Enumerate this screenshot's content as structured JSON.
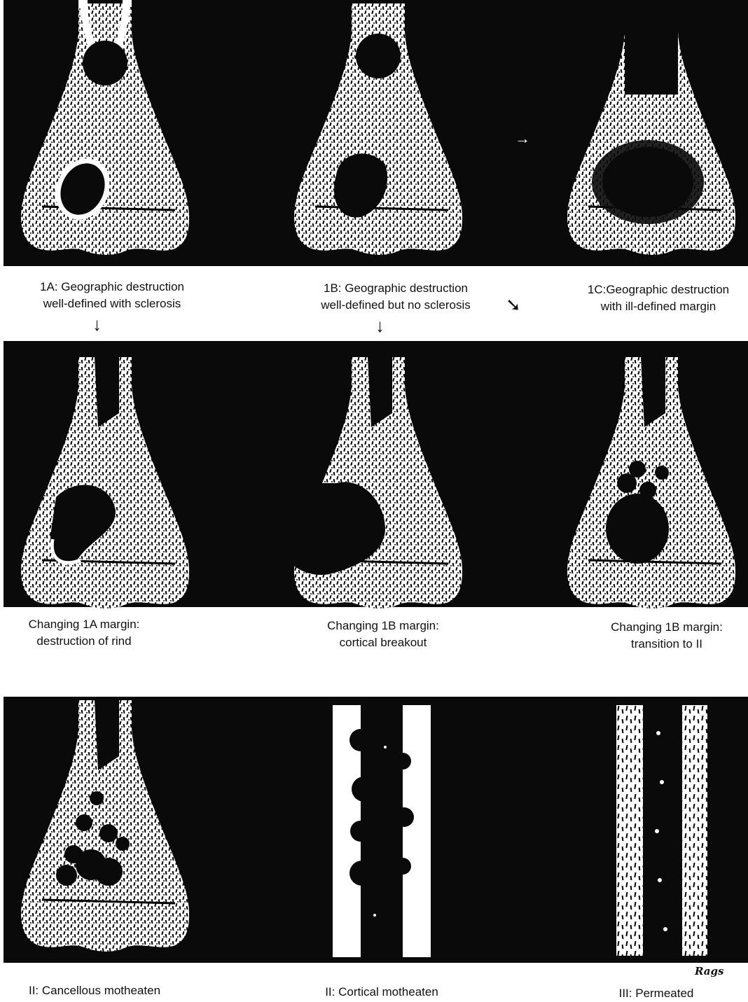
{
  "row1": {
    "panel_a": {
      "line1": "1A: Geographic destruction",
      "line2": "well-defined with sclerosis"
    },
    "panel_b": {
      "line1": "1B: Geographic destruction",
      "line2": "well-defined but no sclerosis"
    },
    "panel_c": {
      "line1": "1C:Geographic destruction",
      "line2": "with ill-defined margin"
    }
  },
  "row2": {
    "panel_a": {
      "line1": "Changing 1A margin:",
      "line2": "destruction of rind"
    },
    "panel_b": {
      "line1": "Changing 1B margin:",
      "line2": "cortical breakout"
    },
    "panel_c": {
      "line1": "Changing 1B margin:",
      "line2": "transition to II"
    }
  },
  "row3": {
    "panel_a": {
      "line1": "II: Cancellous motheaten"
    },
    "panel_b": {
      "line1": "II: Cortical motheaten"
    },
    "panel_c": {
      "line1": "III: Permeated"
    }
  },
  "signature": "Rags",
  "arrows": {
    "down": "↓",
    "diag": "➘",
    "right": "→"
  },
  "colors": {
    "background": "#0a0a0a",
    "bone": "#ffffff",
    "lesion": "#0a0a0a"
  }
}
